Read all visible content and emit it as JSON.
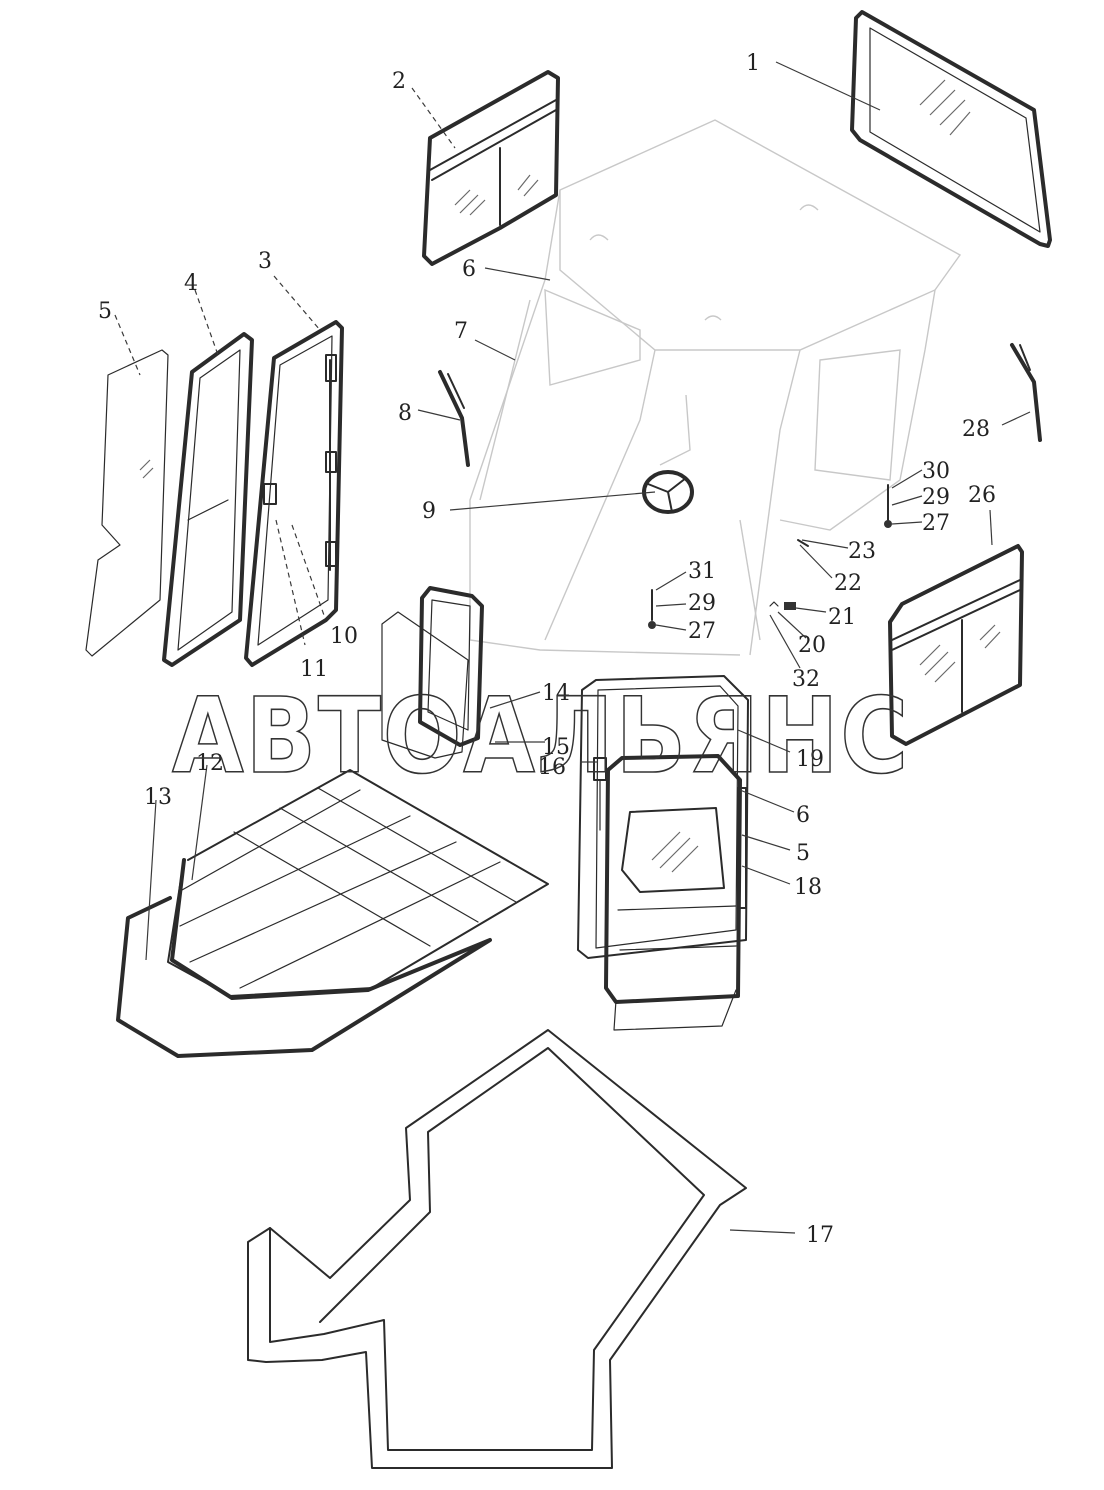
{
  "diagram": {
    "watermark": "АВТОАЛЬЯНС",
    "callouts": {
      "c1": "1",
      "c2": "2",
      "c3": "3",
      "c4": "4",
      "c5a": "5",
      "c5b": "5",
      "c6a": "6",
      "c6b": "6",
      "c7": "7",
      "c8": "8",
      "c9": "9",
      "c10": "10",
      "c11": "11",
      "c12": "12",
      "c13": "13",
      "c14": "14",
      "c15": "15",
      "c16": "16",
      "c17": "17",
      "c18": "18",
      "c19": "19",
      "c20": "20",
      "c21": "21",
      "c22": "22",
      "c23": "23",
      "c26": "26",
      "c27a": "27",
      "c27b": "27",
      "c28": "28",
      "c29a": "29",
      "c29b": "29",
      "c30": "30",
      "c31": "31",
      "c32": "32"
    }
  }
}
